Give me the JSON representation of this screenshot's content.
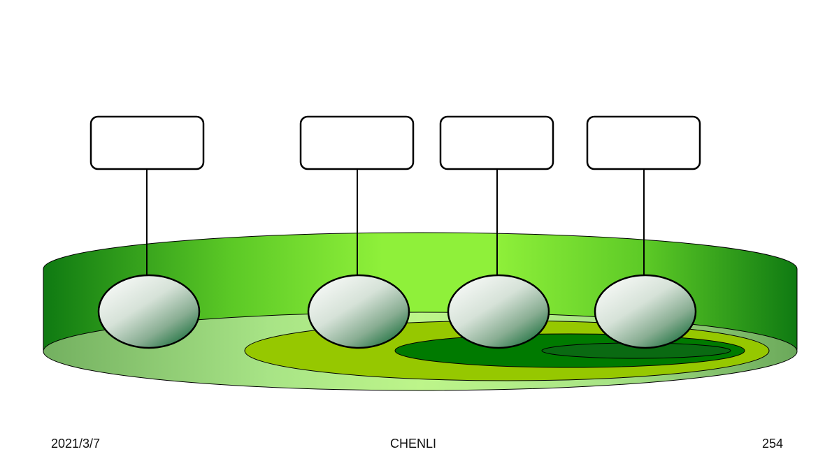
{
  "slide": {
    "background": "#ffffff"
  },
  "diagram": {
    "boxes": [
      {
        "label": ""
      },
      {
        "label": ""
      },
      {
        "label": ""
      },
      {
        "label": ""
      }
    ],
    "colors": {
      "disk_side_dark": "#107a10",
      "disk_side_light": "#8ff03a",
      "disk_top_edge": "#73b060",
      "disk_top_center": "#b8f07a",
      "ring_yellow_green": "#96c800",
      "ring_dark_green": "#007800",
      "ring_inner_green": "#006a10",
      "node_light": "#f2f5f2",
      "node_dark": "#2e7a4c",
      "outline": "#000000"
    }
  },
  "footer": {
    "date": "2021/3/7",
    "author": "CHENLI",
    "page_number": "254"
  }
}
